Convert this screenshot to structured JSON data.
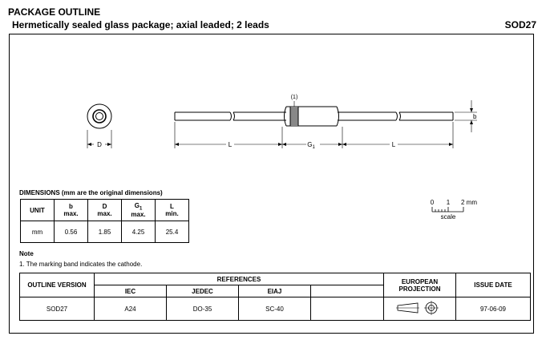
{
  "header": {
    "title": "PACKAGE OUTLINE",
    "subtitle": "Hermetically sealed glass package; axial leaded; 2 leads",
    "code": "SOD27"
  },
  "drawing": {
    "label_d": "D",
    "label_l_left": "L",
    "label_g": "G",
    "label_g_sub": "1",
    "label_l_right": "L",
    "label_b": "b",
    "note_marker": "(1)"
  },
  "scale": {
    "ticks": [
      "0",
      "1",
      "2 mm"
    ],
    "label": "scale"
  },
  "dimensions": {
    "caption": "DIMENSIONS (mm are the original dimensions)",
    "unit_header": "UNIT",
    "columns": [
      {
        "symbol": "b",
        "sub": "",
        "qualifier": "max."
      },
      {
        "symbol": "D",
        "sub": "",
        "qualifier": "max."
      },
      {
        "symbol": "G",
        "sub": "1",
        "qualifier": "max."
      },
      {
        "symbol": "L",
        "sub": "",
        "qualifier": "min."
      }
    ],
    "unit": "mm",
    "values": [
      "0.56",
      "1.85",
      "4.25",
      "25.4"
    ]
  },
  "note": {
    "title": "Note",
    "text": "1. The marking band indicates the cathode."
  },
  "references": {
    "outline_version_header": "OUTLINE VERSION",
    "references_header": "REFERENCES",
    "iec_header": "IEC",
    "jedec_header": "JEDEC",
    "eiaj_header": "EIAJ",
    "projection_header": "EUROPEAN PROJECTION",
    "issue_date_header": "ISSUE DATE",
    "outline_version": "SOD27",
    "iec": "A24",
    "jedec": "DO-35",
    "eiaj": "SC-40",
    "issue_date": "97-06-09"
  }
}
